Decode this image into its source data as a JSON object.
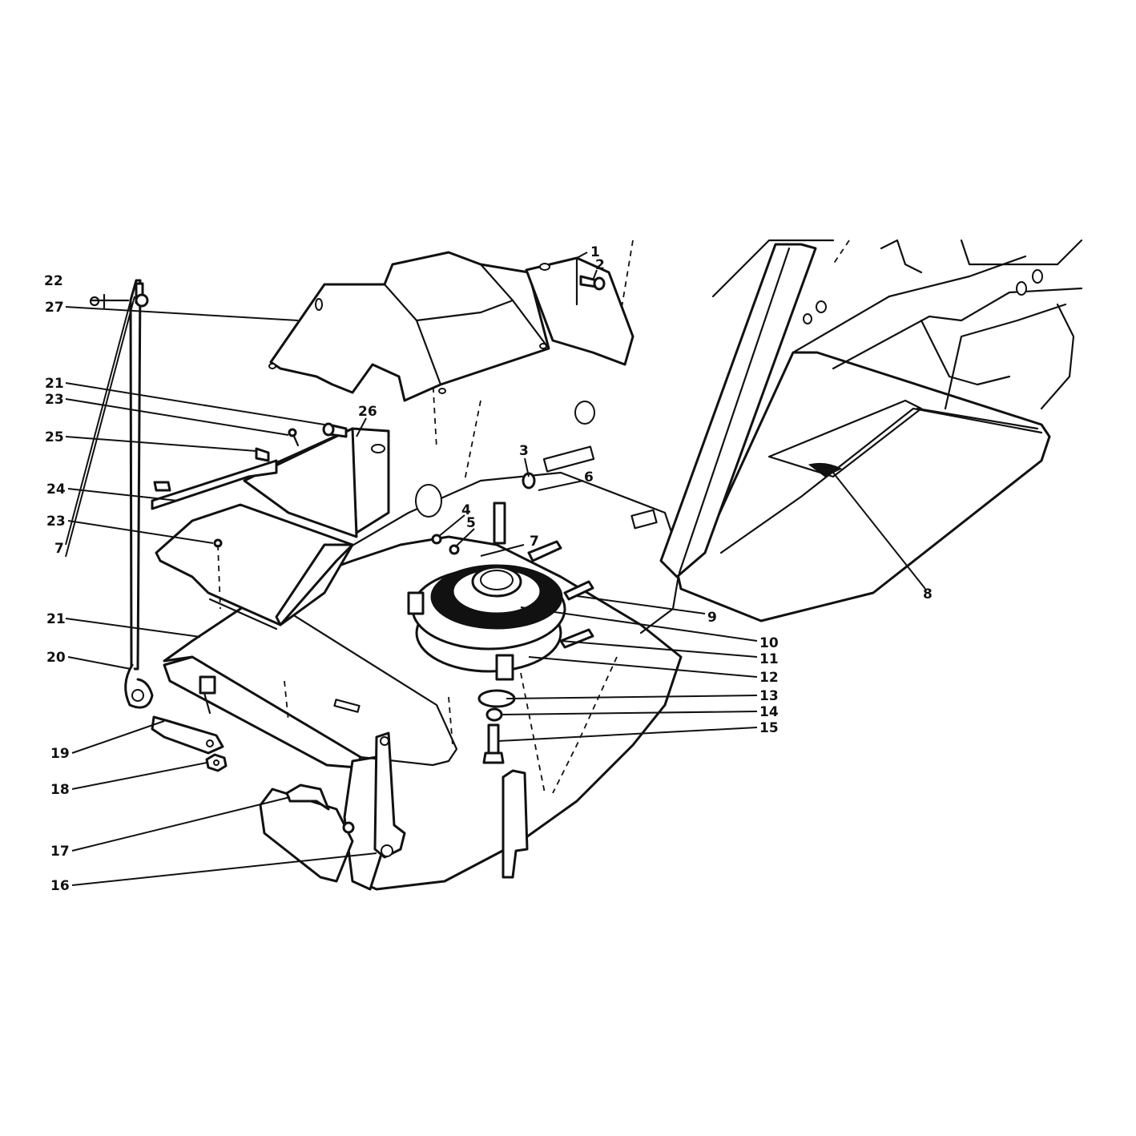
{
  "callouts": [
    {
      "id": "c1",
      "text": "1"
    },
    {
      "id": "c2",
      "text": "2"
    },
    {
      "id": "c3",
      "text": "3"
    },
    {
      "id": "c4",
      "text": "4"
    },
    {
      "id": "c5",
      "text": "5"
    },
    {
      "id": "c6",
      "text": "6"
    },
    {
      "id": "c7a",
      "text": "7"
    },
    {
      "id": "c7b",
      "text": "7"
    },
    {
      "id": "c8",
      "text": "8"
    },
    {
      "id": "c9",
      "text": "9"
    },
    {
      "id": "c10",
      "text": "10"
    },
    {
      "id": "c11",
      "text": "11"
    },
    {
      "id": "c12",
      "text": "12"
    },
    {
      "id": "c13",
      "text": "13"
    },
    {
      "id": "c14",
      "text": "14"
    },
    {
      "id": "c15",
      "text": "15"
    },
    {
      "id": "c16",
      "text": "16"
    },
    {
      "id": "c17",
      "text": "17"
    },
    {
      "id": "c18",
      "text": "18"
    },
    {
      "id": "c19",
      "text": "19"
    },
    {
      "id": "c20",
      "text": "20"
    },
    {
      "id": "c21a",
      "text": "21"
    },
    {
      "id": "c21b",
      "text": "21"
    },
    {
      "id": "c22",
      "text": "22"
    },
    {
      "id": "c23a",
      "text": "23"
    },
    {
      "id": "c23b",
      "text": "23"
    },
    {
      "id": "c24",
      "text": "24"
    },
    {
      "id": "c25",
      "text": "25"
    },
    {
      "id": "c26",
      "text": "26"
    },
    {
      "id": "c27",
      "text": "27"
    }
  ]
}
